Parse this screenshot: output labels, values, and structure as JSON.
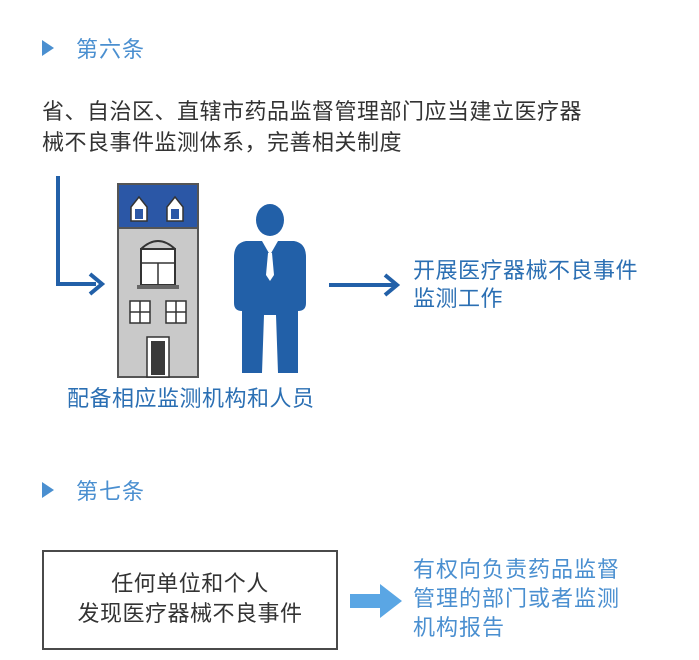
{
  "article6": {
    "title": "第六条",
    "body_lines": [
      "省、自治区、直辖市药品监督管理部门应当建立医疗器",
      "械不良事件监测体系，完善相关制度"
    ],
    "building_caption": "配备相应监测机构和人员",
    "result_lines": [
      "开展医疗器械不良事件",
      "监测工作"
    ]
  },
  "article7": {
    "title": "第七条",
    "box_lines": [
      "任何单位和个人",
      "发现医疗器械不良事件"
    ],
    "result_lines": [
      "有权向负责药品监督",
      "管理的部门或者监测",
      "机构报告"
    ]
  },
  "colors": {
    "accent_blue": "#4a8fd0",
    "dark_blue": "#2260a8",
    "roof_blue": "#2b57a6",
    "building_gray": "#c9c9c9"
  }
}
